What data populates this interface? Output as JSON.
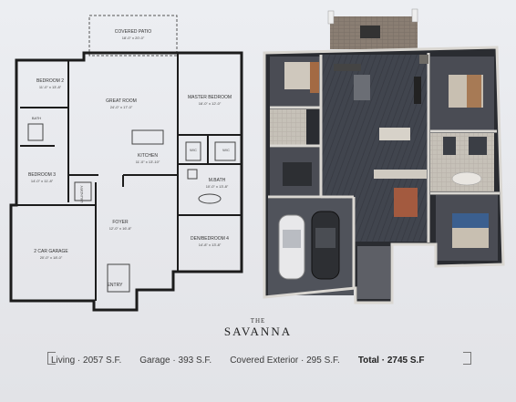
{
  "plan": {
    "rooms": {
      "patio": {
        "name": "COVERED PATIO",
        "dim": "18'-0\" x 20'-0\""
      },
      "bedroom2": {
        "name": "BEDROOM 2",
        "dim": "11'-0\" x 13'-8\""
      },
      "great_room": {
        "name": "GREAT ROOM",
        "dim": "24'-0\" x 17'-0\""
      },
      "master": {
        "name": "MASTER BEDROOM",
        "dim": "16'-0\" x 12'-0\""
      },
      "bath": {
        "name": "BATH"
      },
      "kitchen": {
        "name": "KITCHEN",
        "dim": "11'-0\" x 13'-10\""
      },
      "wic1": {
        "name": "W/C"
      },
      "wic2": {
        "name": "W/C"
      },
      "mbath": {
        "name": "M.BATH",
        "dim": "10'-0\" x 13'-8\""
      },
      "bedroom3": {
        "name": "BEDROOM 3",
        "dim": "14'-0\" x 11'-8\""
      },
      "laundry": {
        "name": "LAUNDRY"
      },
      "foyer": {
        "name": "FOYER",
        "dim": "12'-0\" x 16'-8\""
      },
      "den": {
        "name": "DEN/BEDROOM 4",
        "dim": "14'-8\" x 13'-8\""
      },
      "garage": {
        "name": "2 CAR GARAGE",
        "dim": "20'-0\" x 18'-0\""
      },
      "entry": {
        "name": "ENTRY"
      }
    }
  },
  "title": {
    "the": "THE",
    "name": "SAVANNA"
  },
  "stats": {
    "living": "Living · 2057 S.F.",
    "garage": "Garage · 393 S.F.",
    "covered": "Covered Exterior · 295 S.F.",
    "total": "Total · 2745 S.F"
  },
  "colors": {
    "wall": "#1c1c1c",
    "floor_dark": "#3f434b",
    "carpet": "#4b4d55"
  }
}
